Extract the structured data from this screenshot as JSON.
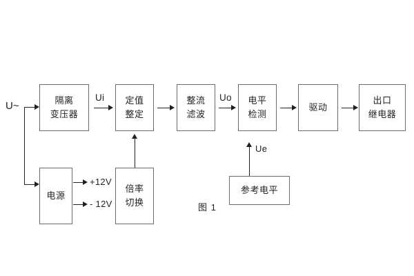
{
  "figure": {
    "caption": "图 1",
    "input_label": "U~"
  },
  "blocks": {
    "isolation_transformer": {
      "line1": "隔离",
      "line2": "变压器"
    },
    "setting_value": {
      "line1": "定值",
      "line2": "整定"
    },
    "rectify_filter": {
      "line1": "整流",
      "line2": "滤波"
    },
    "level_detect": {
      "line1": "电平",
      "line2": "检测"
    },
    "driver": {
      "line1": "驱动",
      "line2": ""
    },
    "output_relay": {
      "line1": "出口",
      "line2": "继电器"
    },
    "power_supply": {
      "line1": "电源",
      "line2": ""
    },
    "multiplier_switch": {
      "line1": "倍率",
      "line2": "切换"
    },
    "reference_level": {
      "line1": "参考电平",
      "line2": ""
    }
  },
  "signals": {
    "ui": "Ui",
    "uo": "Uo",
    "ue": "Ue",
    "rail_positive": "+12V",
    "rail_negative": "- 12V"
  },
  "colors": {
    "box_stroke": "#6b6b6b",
    "line": "#231f20",
    "text": "#231f20",
    "background": "#ffffff"
  }
}
